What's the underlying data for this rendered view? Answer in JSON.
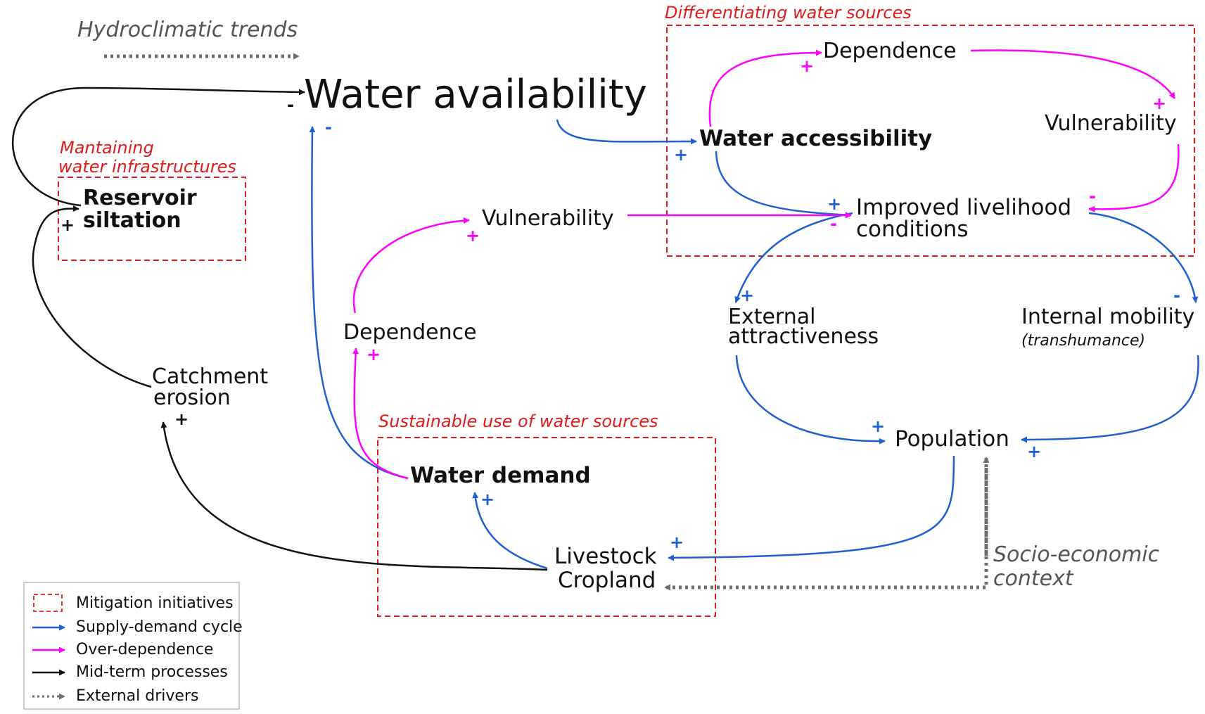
{
  "colors": {
    "supply_demand": "#1f5fd1",
    "over_dependence": "#ff00ff",
    "mid_term": "#111111",
    "external": "#6e6e6e",
    "mitigation": "#e01b1b"
  },
  "labels": {
    "hydroclimatic_trends": "Hydroclimatic trends",
    "water_availability": "Water availability",
    "differentiating_title": "Differentiating water sources",
    "dependence_top": "Dependence",
    "vulnerability_right": "Vulnerability",
    "water_accessibility": "Water accessibility",
    "improved_line1": "Improved livelihood",
    "improved_line2": "conditions",
    "maintaining_line1": "Mantaining",
    "maintaining_line2": "water infrastructures",
    "reservoir_line1": "Reservoir",
    "reservoir_line2": "siltation",
    "vulnerability_mid": "Vulnerability",
    "dependence_mid": "Dependence",
    "external_line1": "External",
    "external_line2": "attractiveness",
    "internal_line1": "Internal mobility",
    "internal_line2": "(transhumance)",
    "catchment_line1": "Catchment",
    "catchment_line2": "erosion",
    "sustainable_title": "Sustainable use of water sources",
    "water_demand": "Water demand",
    "population": "Population",
    "livestock": "Livestock",
    "cropland": "Cropland",
    "socio_line1": "Socio-economic",
    "socio_line2": "context"
  },
  "signs": {
    "wa_in_black": "-",
    "wa_in_blue": "-",
    "dependence_top": "+",
    "vulnerability_right": "+",
    "water_accessibility": "+",
    "improved_blue": "+",
    "improved_magenta": "-",
    "improved_right": "-",
    "reservoir": "+",
    "vulnerability_mid": "+",
    "dependence_mid": "+",
    "external": "+",
    "internal": "-",
    "catchment": "+",
    "water_demand": "+",
    "population_left": "+",
    "population_right": "+",
    "livestock": "+"
  },
  "legend": {
    "items": [
      {
        "label": "Mitigation initiatives",
        "icon": "dashed-box-icon"
      },
      {
        "label": "Supply-demand cycle",
        "icon": "blue-arrow-icon"
      },
      {
        "label": "Over-dependence",
        "icon": "magenta-arrow-icon"
      },
      {
        "label": "Mid-term processes",
        "icon": "black-arrow-icon"
      },
      {
        "label": "External drivers",
        "icon": "dotted-grey-arrow-icon"
      }
    ]
  }
}
